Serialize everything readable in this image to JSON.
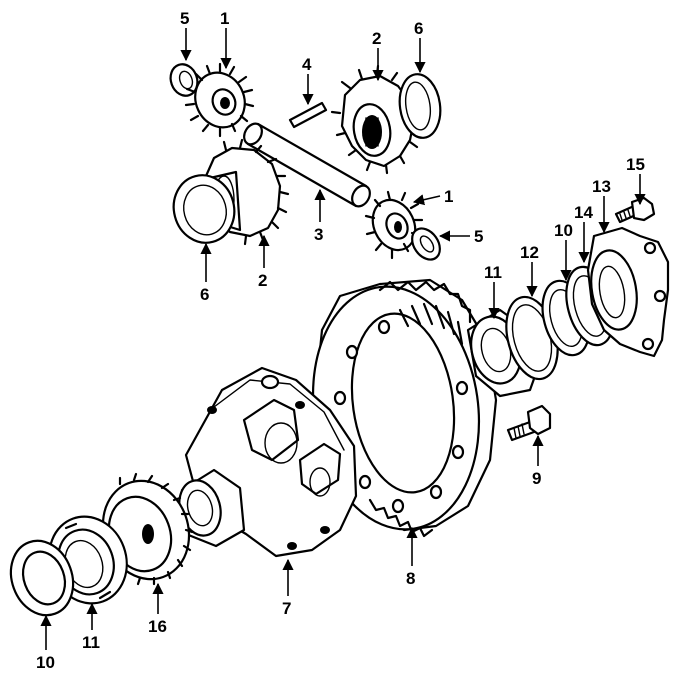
{
  "labels": {
    "l1a": "1",
    "l1b": "1",
    "l2a": "2",
    "l2b": "2",
    "l3": "3",
    "l4": "4",
    "l5a": "5",
    "l5b": "5",
    "l6a": "6",
    "l6b": "6",
    "l7": "7",
    "l8": "8",
    "l9": "9",
    "l10a": "10",
    "l10b": "10",
    "l11a": "11",
    "l11b": "11",
    "l12": "12",
    "l13": "13",
    "l14": "14",
    "l15": "15",
    "l16": "16"
  }
}
